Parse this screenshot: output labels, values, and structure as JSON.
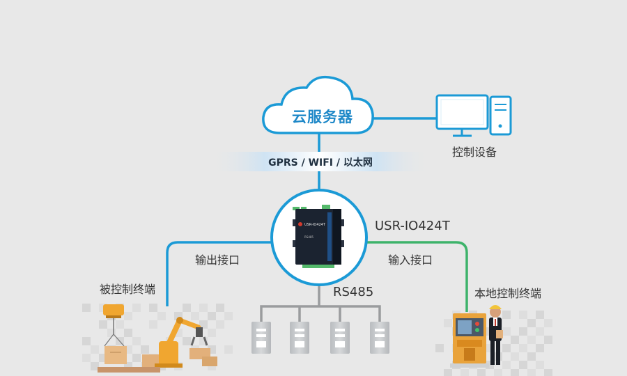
{
  "cloud": {
    "label": "云服务器"
  },
  "network": {
    "label": "GPRS / WIFI / 以太网"
  },
  "control_device": {
    "label": "控制设备"
  },
  "device": {
    "model": "USR-IO424T",
    "panel_text_1": "USR-IO424T",
    "panel_text_2": "RS485"
  },
  "output": {
    "label": "输出接口"
  },
  "input": {
    "label": "输入接口"
  },
  "bus": {
    "label": "RS485"
  },
  "controlled_terminal": {
    "label": "被控制终端"
  },
  "local_terminal": {
    "label": "本地控制终端"
  },
  "colors": {
    "blue_line": "#1b9ad6",
    "green_line": "#3db36a",
    "cloud_text": "#1e88c8",
    "server": "#c8cacc",
    "robot": "#f0a630"
  }
}
